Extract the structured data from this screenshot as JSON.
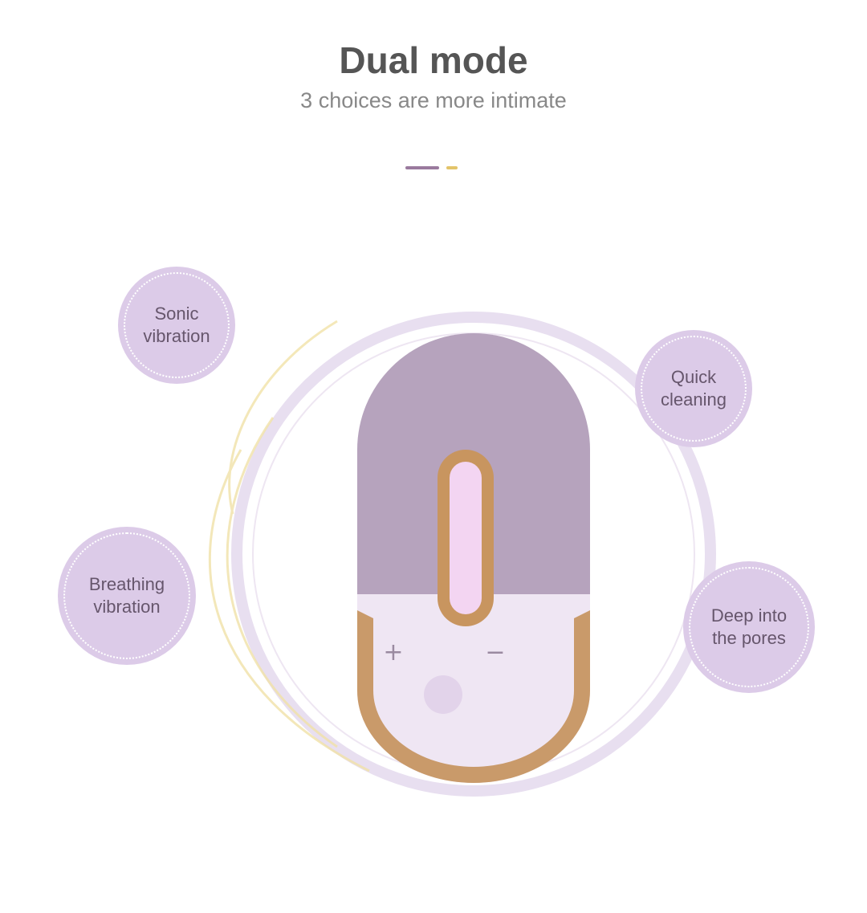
{
  "header": {
    "title": "Dual mode",
    "subtitle": "3 choices are more intimate"
  },
  "features": [
    {
      "line1": "Sonic",
      "line2": "vibration"
    },
    {
      "line1": "Quick",
      "line2": "cleaning"
    },
    {
      "line1": "Breathing",
      "line2": "vibration"
    },
    {
      "line1": "Deep into",
      "line2": "the pores"
    }
  ],
  "colors": {
    "bubble": "#dccbe8",
    "accent_purple": "#9a7a9e",
    "accent_gold": "#e3c46a"
  }
}
